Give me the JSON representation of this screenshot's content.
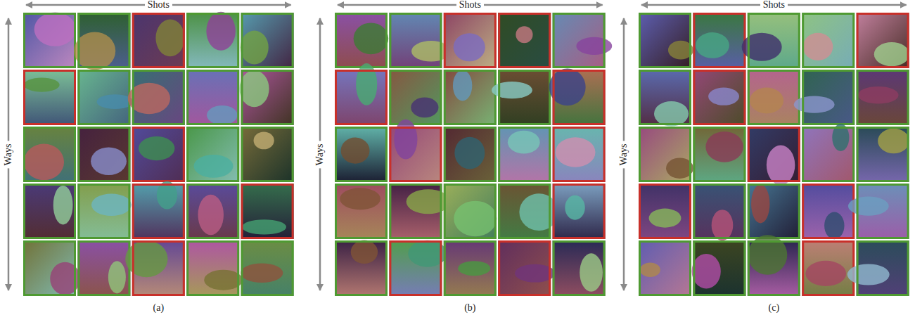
{
  "diagram": {
    "labels": [
      "Shots",
      "Ways",
      "(a)",
      "Shots",
      "Ways",
      "(b)",
      "Shots",
      "Ways",
      "(c)"
    ]
  }
}
